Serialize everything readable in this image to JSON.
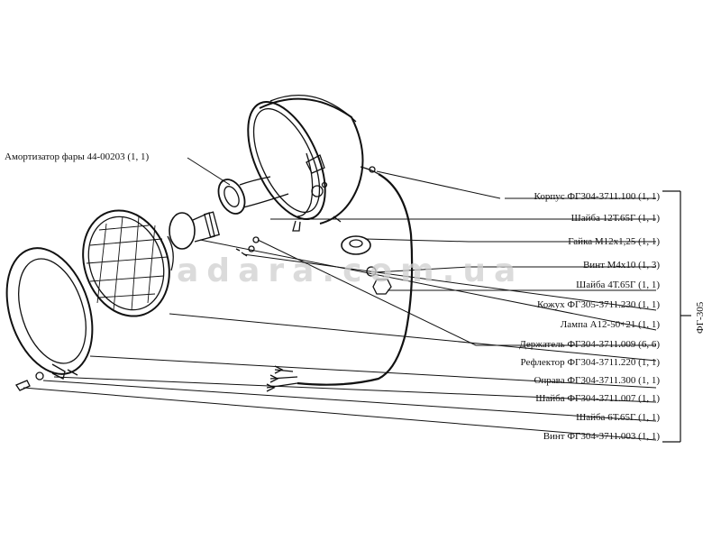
{
  "labels": {
    "amortizator": "Амортизатор фары 44-00203 (1, 1)",
    "korpus": "Корпус ФГ304-3711.100 (1, 1)",
    "shaiba12": "Шайба 12Т.65Г (1, 1)",
    "gaika": "Гайка М12х1,25 (1, 1)",
    "vint_m4": "Винт М4х10 (1, 3)",
    "shaiba4": "Шайба 4Т.65Г (1, 1)",
    "kozhuh": "Кожух ФГ305-3711.230 (1, 1)",
    "lampa": "Лампа А12-50+21 (1, 1)",
    "derzhatel": "Держатель ФГ304-3711.009 (6, 6)",
    "reflektor": "Рефлектор ФГ304-3711.220 (1, 1)",
    "oprava": "Оправа ФГ304-3711.300 (1, 1)",
    "shaiba_fg": "Шайба ФГ304-3711.007 (1, 1)",
    "shaiba6": "Шайба 6Т.65Г (1, 1)",
    "vint_fg": "Винт ФГ304-3711.003 (1, 1)"
  },
  "assembly_label": "ФГ-305",
  "watermark": "adara.com.ua"
}
